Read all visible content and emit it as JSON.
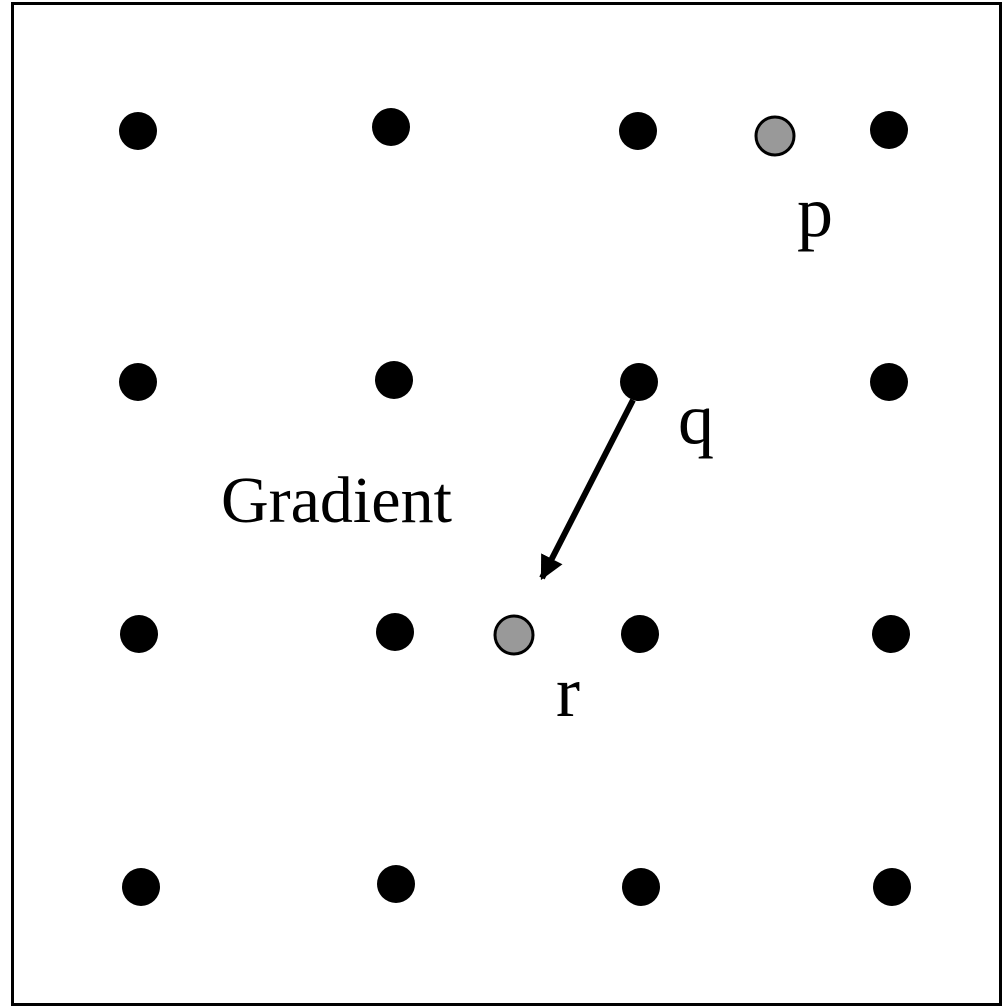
{
  "diagram": {
    "labels": {
      "p": "p",
      "q": "q",
      "r": "r",
      "gradient": "Gradient"
    },
    "colors": {
      "background": "#ffffff",
      "border": "#000000",
      "grid_point": "#000000",
      "interpolated_point_fill": "#999999",
      "interpolated_point_stroke": "#000000",
      "arrow": "#000000",
      "text": "#000000"
    },
    "grid": {
      "rows": 4,
      "columns": 4
    }
  }
}
